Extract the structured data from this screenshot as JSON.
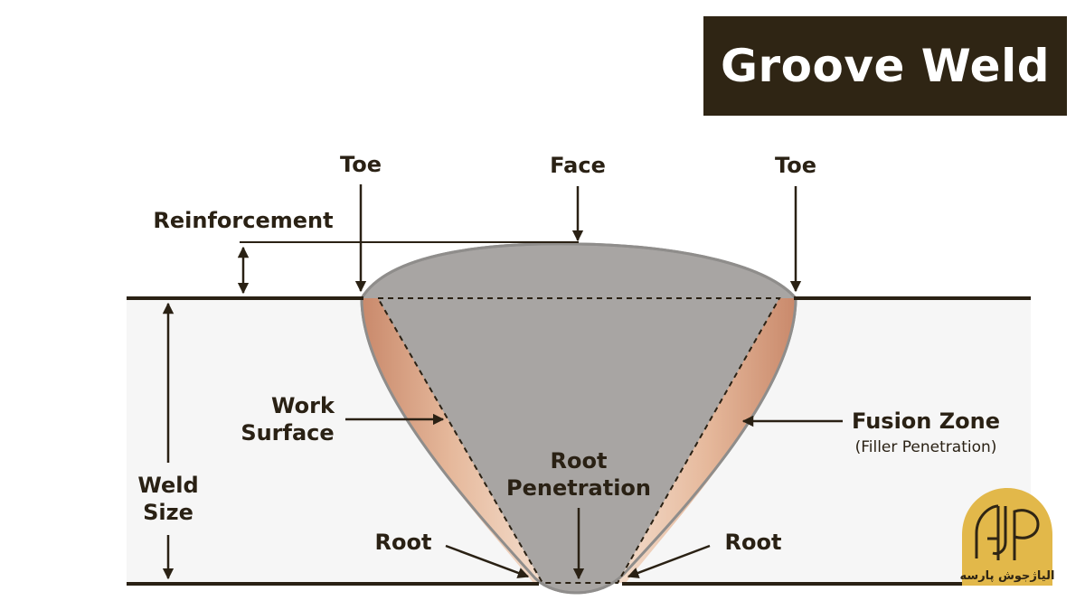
{
  "title": "Groove Weld",
  "labels": {
    "toe_left": "Toe",
    "face": "Face",
    "toe_right": "Toe",
    "reinforcement": "Reinforcement",
    "work_surface_line1": "Work",
    "work_surface_line2": "Surface",
    "fusion_zone": "Fusion Zone",
    "fusion_zone_sub": "(Filler Penetration)",
    "weld_size_line1": "Weld",
    "weld_size_line2": "Size",
    "root_penetration_line1": "Root",
    "root_penetration_line2": "Penetration",
    "root_left": "Root",
    "root_right": "Root"
  },
  "logo": {
    "caption": "الیاژجوش پارسه"
  },
  "colors": {
    "title_bg": "#2f2514",
    "weld_fill": "#a8a5a3",
    "fusion": "#d49a7a",
    "logo_bg": "#e2b84a",
    "line": "#2a2114"
  }
}
